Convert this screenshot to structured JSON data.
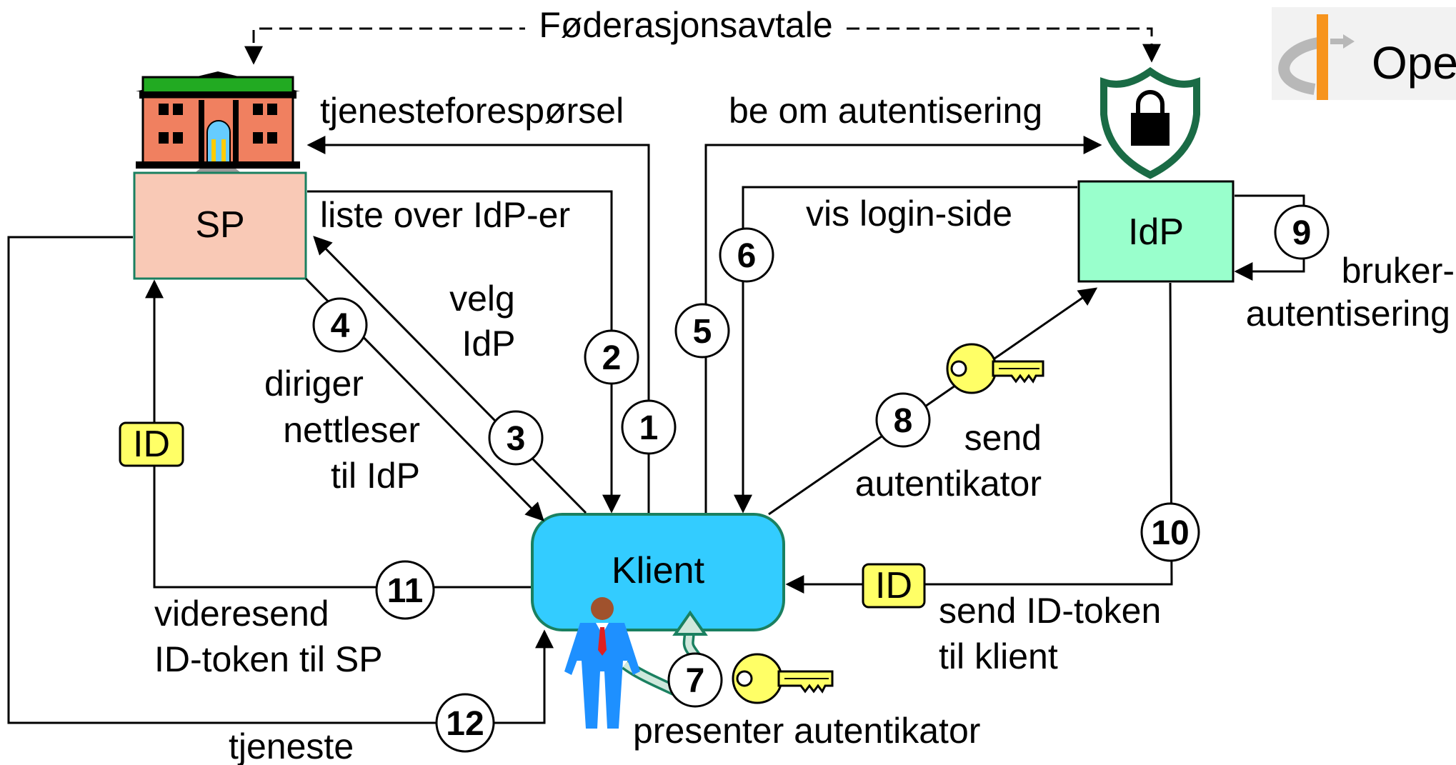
{
  "federation_label": "Føderasjonsavtale",
  "logo_text": "Ope",
  "nodes": {
    "sp": "SP",
    "idp": "IdP",
    "client": "Klient"
  },
  "id_badge": "ID",
  "steps": {
    "s1": "1",
    "s2": "2",
    "s3": "3",
    "s4": "4",
    "s5": "5",
    "s6": "6",
    "s7": "7",
    "s8": "8",
    "s9": "9",
    "s10": "10",
    "s11": "11",
    "s12": "12"
  },
  "labels": {
    "service_request": "tjenesteforespørsel",
    "idp_list": "liste over IdP-er",
    "choose_idp_1": "velg",
    "choose_idp_2": "IdP",
    "redirect_1": "diriger",
    "redirect_2": "nettleser",
    "redirect_3": "til IdP",
    "request_auth": "be om autentisering",
    "show_login": "vis login-side",
    "user_auth_1": "bruker-",
    "user_auth_2": "autentisering",
    "send_auth_1": "send",
    "send_auth_2": "autentikator",
    "send_token_1": "send ID-token",
    "send_token_2": "til klient",
    "forward_1": "videresend",
    "forward_2": "ID-token til SP",
    "service": "tjeneste",
    "present_auth": "presenter autentikator"
  },
  "colors": {
    "sp_fill": "#f9c9b6",
    "idp_fill": "#99ffcc",
    "client_fill": "#33ccff",
    "badge_fill": "#ffff66",
    "shield": "#1a6b45",
    "building_roof": "#22aa22",
    "building_wall": "#f08060",
    "key": "#ffff66"
  }
}
